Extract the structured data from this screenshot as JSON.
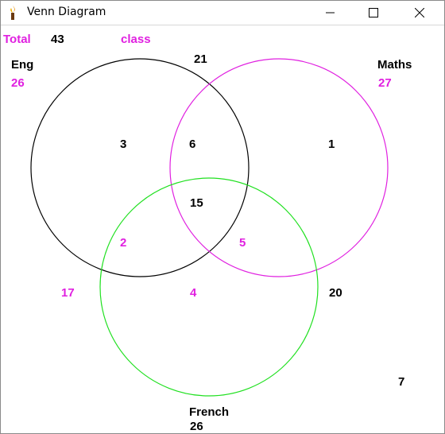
{
  "window": {
    "title": "Venn Diagram"
  },
  "summary": {
    "total_label": "Total",
    "total_value": "43",
    "class_label": "class"
  },
  "sets": {
    "eng": {
      "name": "Eng",
      "count": "26",
      "color": "#000000"
    },
    "maths": {
      "name": "Maths",
      "count": "27",
      "color": "#e020e0"
    },
    "french": {
      "name": "French",
      "count": "26",
      "color": "#20e020"
    }
  },
  "regions": {
    "top_outside": "21",
    "eng_only": "3",
    "eng_maths_only": "6",
    "maths_only": "1",
    "all_three": "15",
    "eng_french_only": "2",
    "maths_french_only": "5",
    "french_only": "4",
    "left_outside": "17",
    "right_outside": "20",
    "neither": "7"
  },
  "colors": {
    "black_text": "#000000",
    "magenta_text": "#e020e0"
  }
}
